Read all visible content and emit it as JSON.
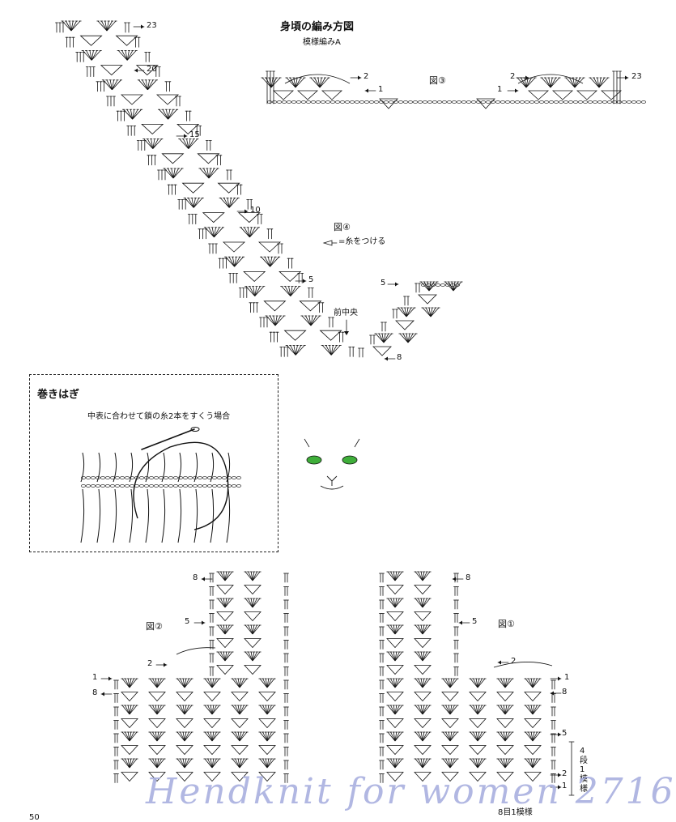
{
  "header": {
    "title": "身頃の編み方図",
    "pattern_label": "模様編みA"
  },
  "figures": {
    "fig3": "図③",
    "fig4": "図④",
    "fig2": "図②",
    "fig1": "図①"
  },
  "legend": {
    "attach_yarn": "=糸をつける"
  },
  "center_front": "前中央",
  "row_labels": {
    "fig4_23": "23",
    "fig4_20": "20",
    "fig4_15": "15",
    "fig4_10": "10",
    "fig4_5a": "5",
    "fig4_5b": "5",
    "fig4_8": "8",
    "fig3_2l": "2",
    "fig3_1l": "1",
    "fig3_2r": "2",
    "fig3_1r": "1",
    "fig3_23": "23",
    "fig2_8t": "8",
    "fig2_5": "5",
    "fig2_2": "2",
    "fig2_1": "1",
    "fig2_8": "8",
    "fig1_8t": "8",
    "fig1_5": "5",
    "fig1_2": "2",
    "fig1_1": "1",
    "fig1_8": "8",
    "fig1_5b": "5",
    "fig1_2b": "2",
    "fig1_1b": "1"
  },
  "repeat_note": {
    "rows": "4段",
    "one": "1",
    "pattern": "模様"
  },
  "bottom_note": "8目1模様",
  "inset": {
    "title": "巻きはぎ",
    "subtitle": "中表に合わせて鎖の糸2本をすくう場合"
  },
  "watermark": "Hendknit for women 2716",
  "page_number": "50",
  "colors": {
    "ink": "#111111",
    "watermark": "#a9b0df",
    "cat_eyes": "#3fae3a"
  }
}
